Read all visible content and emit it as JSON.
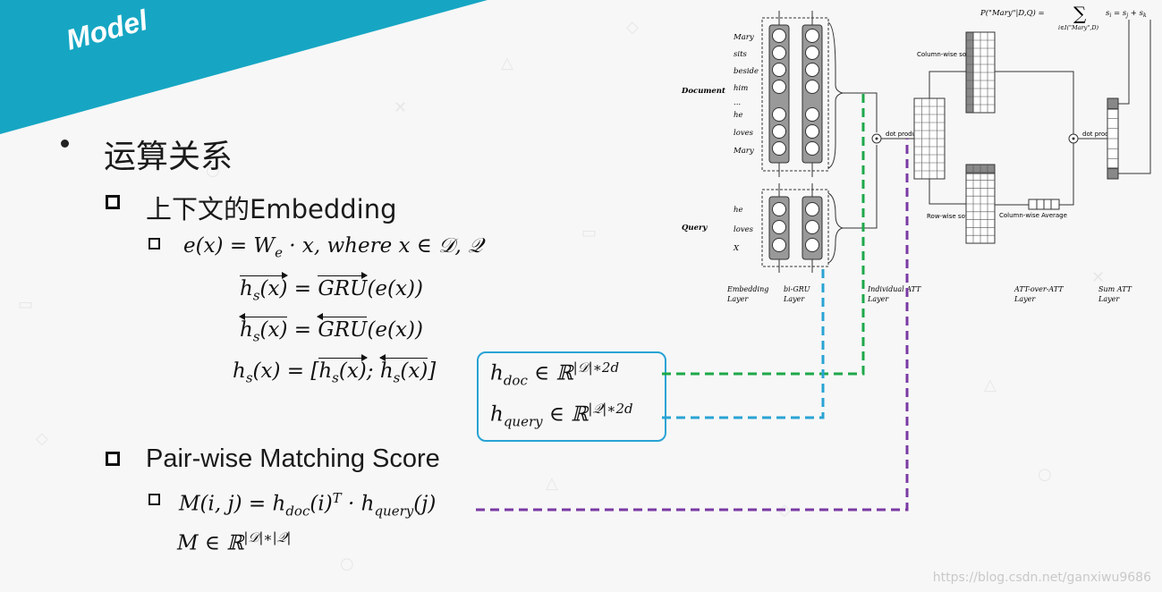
{
  "slide": {
    "title": "Model",
    "bullet": "运算关系",
    "section1": "上下文的Embedding",
    "section2": "Pair-wise Matching Score",
    "eq_embed": "e(x) = W",
    "eq_embed_sub": "e",
    "eq_embed_tail": " · x,  where  x ∈ 𝒟, 𝒬",
    "eq_hs": "h",
    "eq_hs_sub": "s",
    "eq_x": "(x)",
    "eq_gru": "GRU",
    "eq_gru_tail": "(e(x))",
    "eq_equals": " = ",
    "eq_concat_open": " = [",
    "eq_concat_sep": "; ",
    "eq_concat_close": "]",
    "eq_m": "M(i, j) = h",
    "eq_m_doc": "doc",
    "eq_m_mid": "(i)",
    "eq_m_T": "T",
    "eq_m_dot": " · h",
    "eq_m_query": "query",
    "eq_m_tail": "(j)",
    "eq_M": "M  ∈  ℝ",
    "eq_M_sup": "|𝒟|∗|𝒬|",
    "hdoc": "h",
    "hdoc_sub": "doc",
    "hdoc_in": " ∈ ℝ",
    "hdoc_sup": "|𝒟|∗2d",
    "hquery": "h",
    "hquery_sub": "query",
    "hquery_in": " ∈ ℝ",
    "hquery_sup": "|𝒬|∗2d"
  },
  "diagram": {
    "formula_left": "P(\"Mary\"|D,Q) =",
    "formula_sigma": "∑",
    "formula_sub": "i∈I(\"Mary\",D)",
    "formula_right": "s",
    "formula_right_sub": "i",
    "formula_eq": " = s",
    "formula_j": "j",
    "formula_plus": " + s",
    "formula_k": "k",
    "document_label": "Document",
    "query_label": "Query",
    "doc_words": [
      "Mary",
      "sits",
      "beside",
      "him",
      "...",
      "he",
      "loves",
      "Mary"
    ],
    "query_words": [
      "he",
      "loves",
      "X"
    ],
    "dot_product_1": "dot product",
    "dot_product_2": "dot product",
    "col_softmax": "Column-wise softmax",
    "row_softmax": "Row-wise softmax",
    "col_average": "Column-wise Average",
    "layers": [
      "Embedding Layer",
      "bi-GRU Layer",
      "Individual ATT Layer",
      "ATT-over-ATT Layer",
      "Sum ATT Layer"
    ],
    "colors": {
      "green": "#1ea84a",
      "cyan": "#29a3d4",
      "purple": "#7a3aa3"
    }
  },
  "watermark": "https://blog.csdn.net/ganxiwu9686"
}
